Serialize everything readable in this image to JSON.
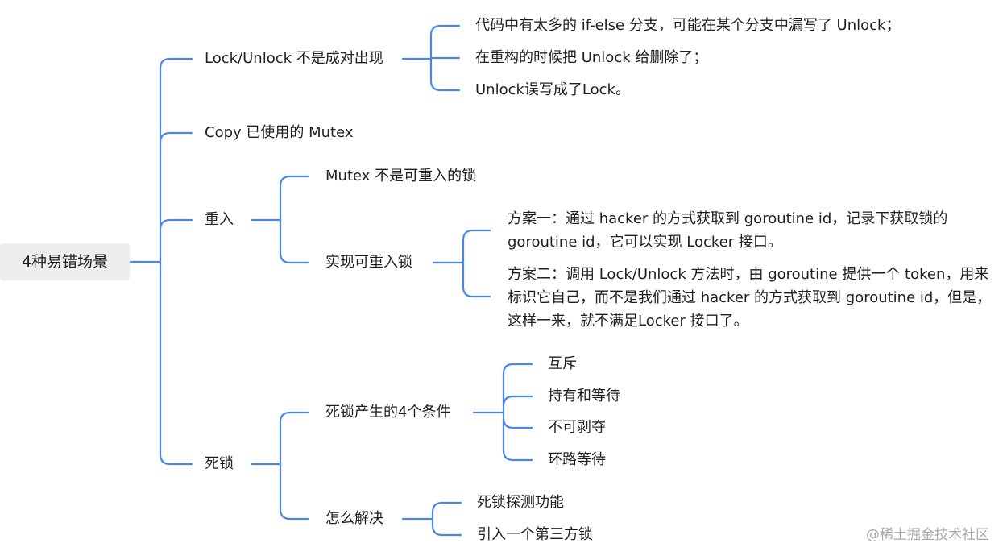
{
  "root": "4种易错场景",
  "branches": {
    "lock_unlock": {
      "label": "Lock/Unlock 不是成对出现",
      "children": [
        "代码中有太多的 if-else 分支，可能在某个分支中漏写了 Unlock；",
        "在重构的时候把 Unlock 给删除了；",
        "Unlock误写成了Lock。"
      ]
    },
    "copy": {
      "label": "Copy 已使用的 Mutex"
    },
    "reentrant": {
      "label": "重入",
      "children": {
        "not_reentrant": "Mutex 不是可重入的锁",
        "implement": {
          "label": "实现可重入锁",
          "schemes": [
            "方案一：通过 hacker 的方式获取到 goroutine id，记录下获取锁的 goroutine id，它可以实现 Locker 接口。",
            "方案二：调用 Lock/Unlock 方法时，由 goroutine 提供一个 token，用来标识它自己，而不是我们通过 hacker 的方式获取到 goroutine id，但是，这样一来，就不满足Locker 接口了。"
          ]
        }
      }
    },
    "deadlock": {
      "label": "死锁",
      "children": {
        "conditions": {
          "label": "死锁产生的4个条件",
          "items": [
            "互斥",
            "持有和等待",
            "不可剥夺",
            "环路等待"
          ]
        },
        "solve": {
          "label": "怎么解决",
          "items": [
            "死锁探测功能",
            "引入一个第三方锁"
          ]
        }
      }
    }
  },
  "watermark": "@稀土掘金技术社区",
  "colors": {
    "connector": "#4a86e8",
    "root_bg": "#eeeeee"
  }
}
